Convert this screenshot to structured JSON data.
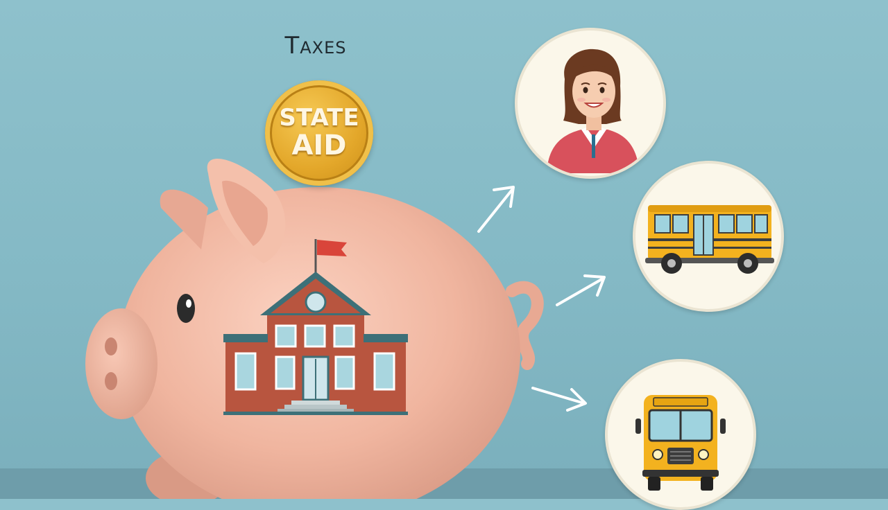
{
  "labels": {
    "taxes": "Taxes",
    "coin_line1": "STATE",
    "coin_line2": "AID"
  },
  "illustrations": {
    "savings": "piggy-bank",
    "school": "school-building",
    "targets": [
      "teacher",
      "school-bus-side",
      "school-bus-front"
    ]
  },
  "colors": {
    "background": "#8ec1cc",
    "pig": "#f3b9a3",
    "coin": "#e3a72a",
    "school_brick": "#b8553f",
    "school_trim": "#3d7078",
    "bus": "#f3b21f",
    "arrow": "#ffffff"
  }
}
